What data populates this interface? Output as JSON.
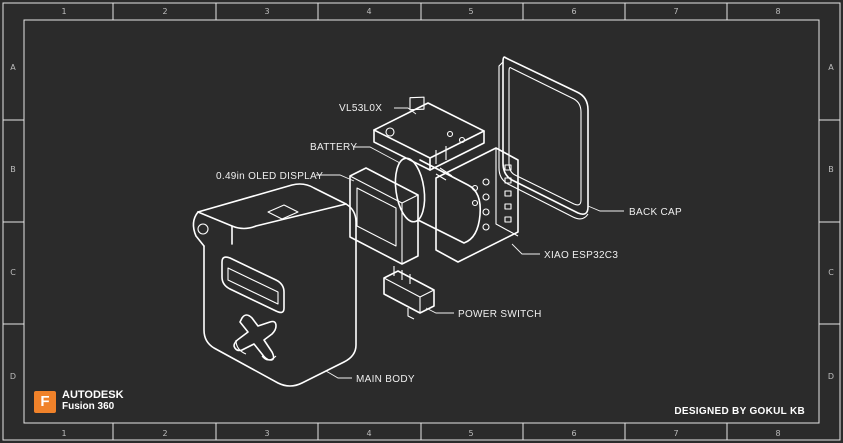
{
  "frame": {
    "columns": [
      "1",
      "2",
      "3",
      "4",
      "5",
      "6",
      "7",
      "8"
    ],
    "rows": [
      "A",
      "B",
      "C",
      "D"
    ]
  },
  "labels": {
    "vl53l0x": "VL53L0X",
    "battery": "BATTERY",
    "oled": "0.49in OLED DISPLAY",
    "back_cap": "BACK CAP",
    "xiao": "XIAO ESP32C3",
    "power_switch": "POWER SWITCH",
    "main_body": "MAIN BODY"
  },
  "brand": {
    "logo_letter": "F",
    "name": "AUTODESK",
    "product": "Fusion 360",
    "logo_color": "#f0822a"
  },
  "designer": "DESIGNED BY GOKUL KB",
  "colors": {
    "background": "#2b2b2b",
    "lines": "#ffffff"
  }
}
